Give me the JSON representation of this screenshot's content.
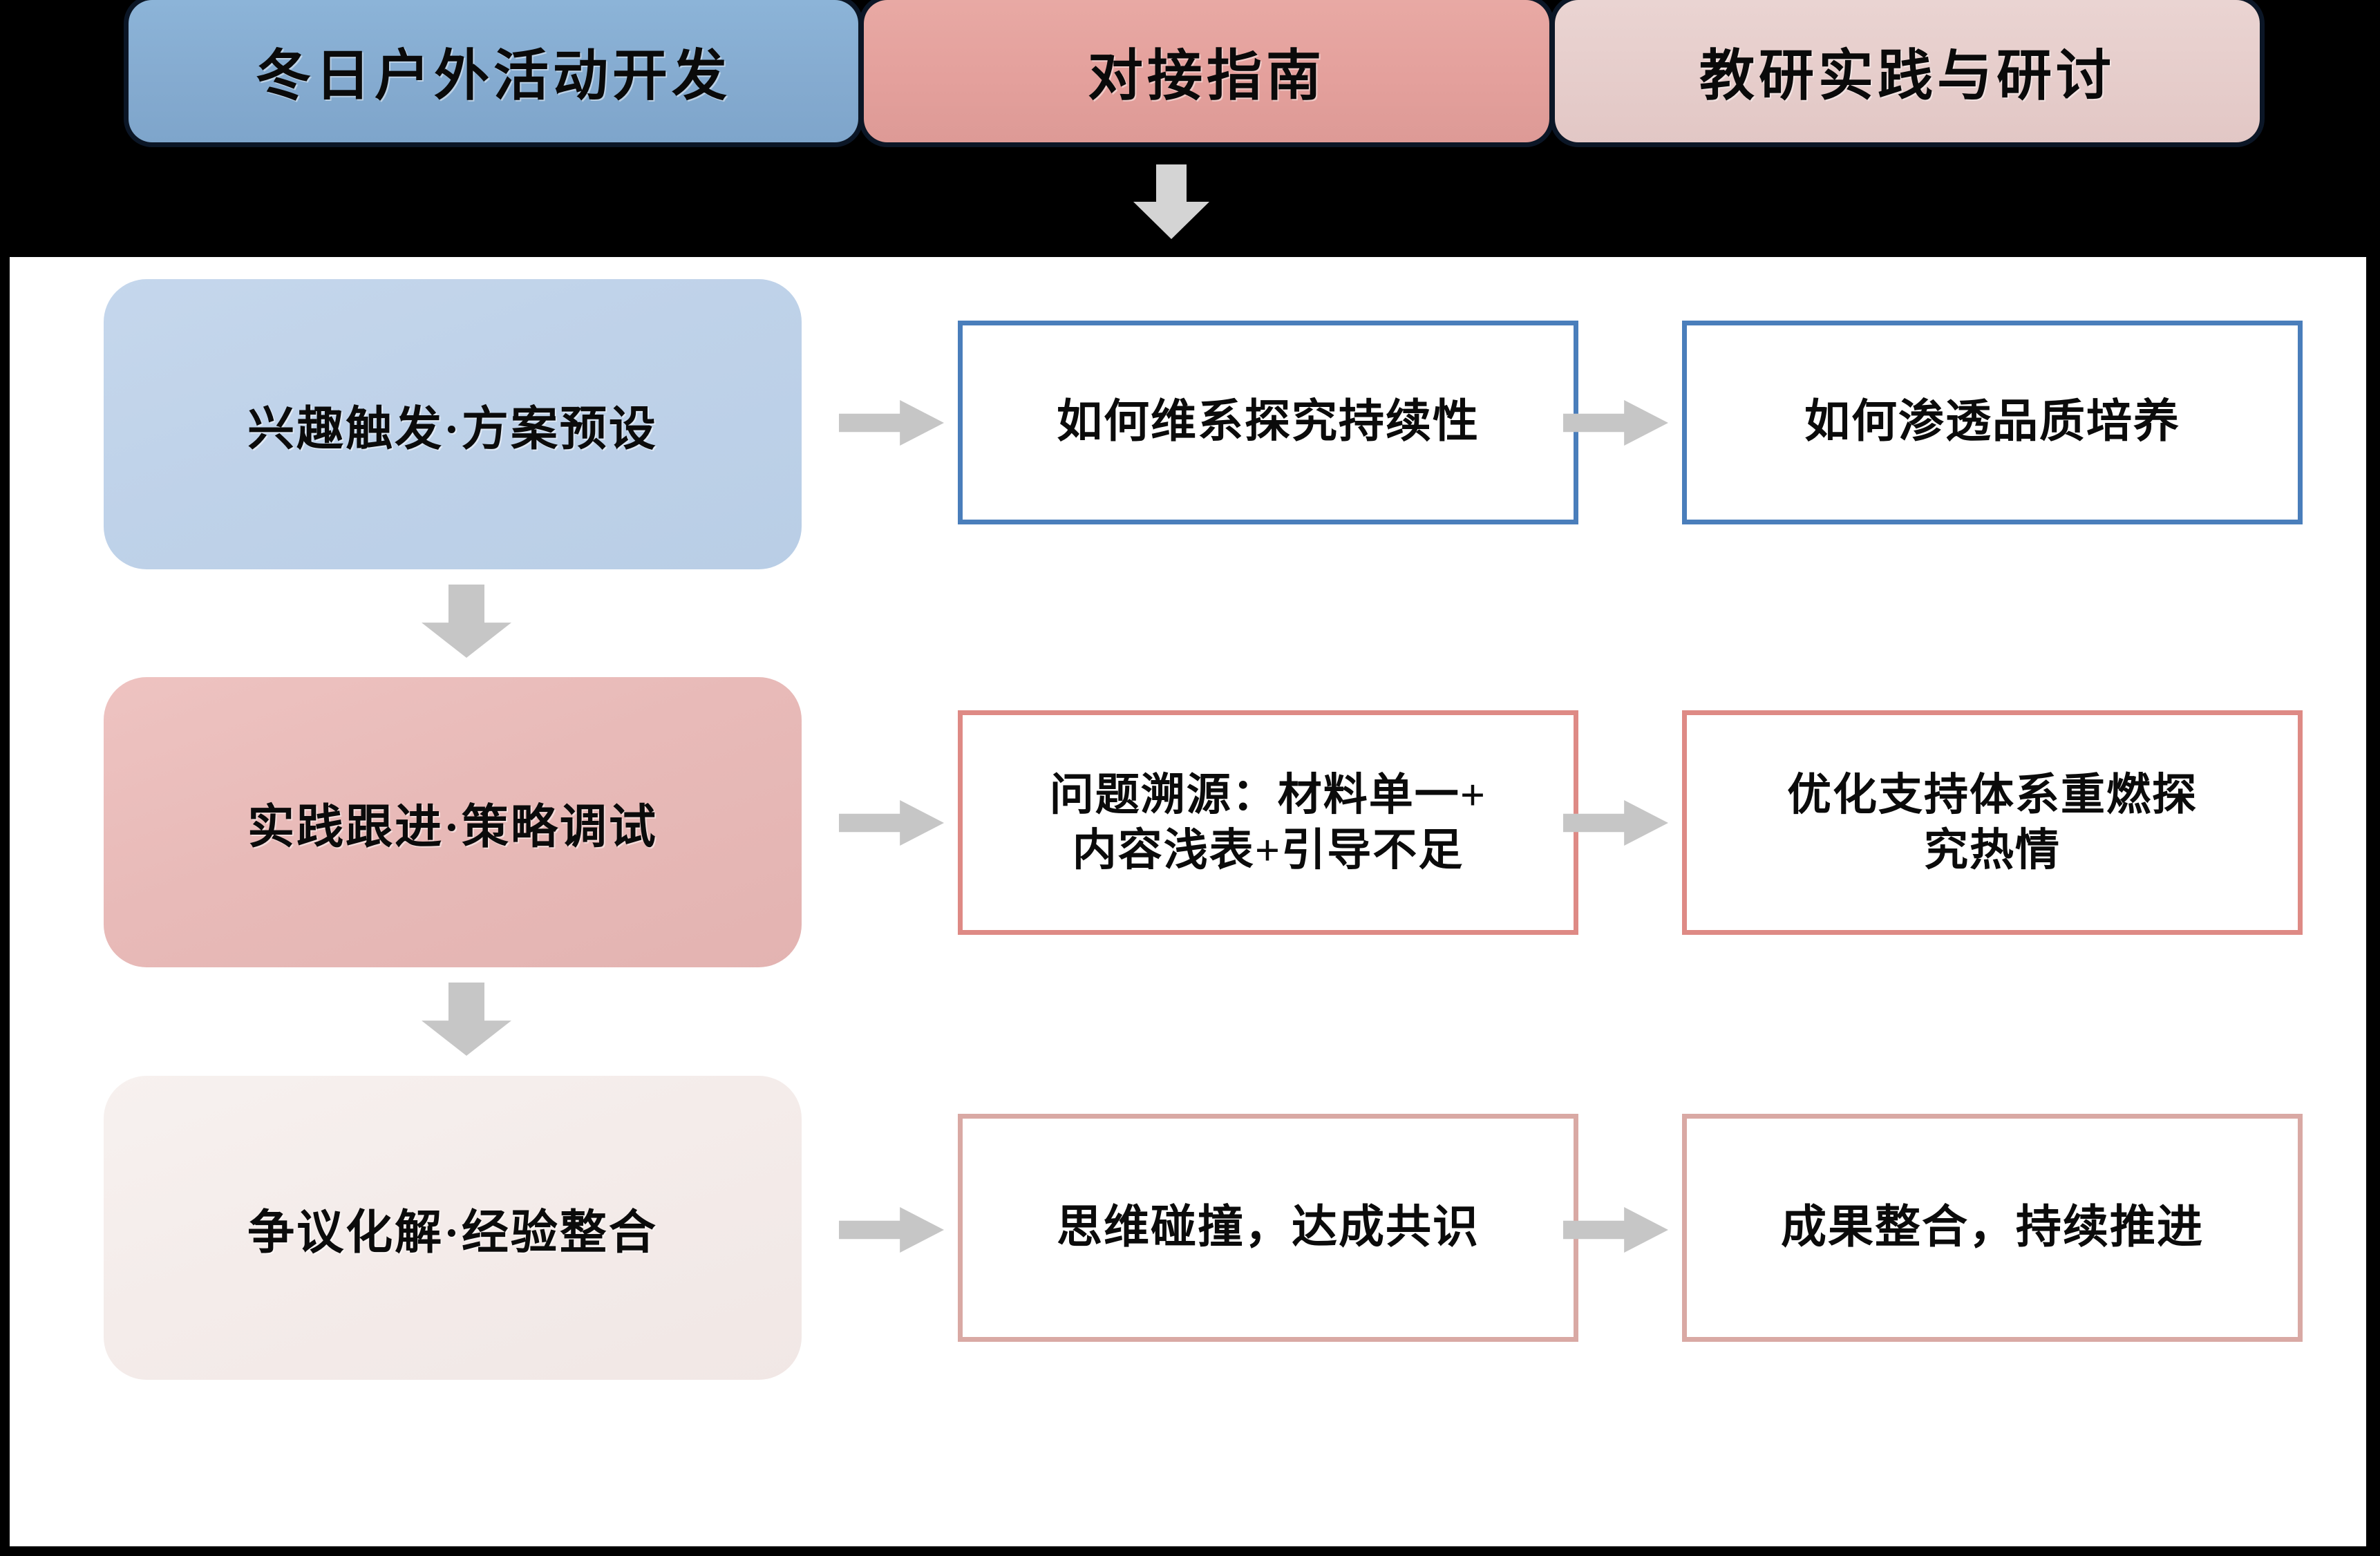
{
  "header": {
    "tabs": [
      {
        "label": "冬日户外活动开发",
        "color": "#85abd0"
      },
      {
        "label": "对接指南",
        "color": "#e4a09c"
      },
      {
        "label": "教研实践与研讨",
        "color": "#e6cdcb"
      }
    ],
    "flow_arrow": "arrow-down-icon"
  },
  "panel": {
    "rows": [
      {
        "stage": {
          "label": "兴趣触发·方案预设",
          "fill": "#bfd2e9"
        },
        "middle": {
          "text": "如何维系探究持续性",
          "border": "#4a7ebb"
        },
        "end": {
          "text": "如何渗透品质培养",
          "border": "#4a7ebb"
        }
      },
      {
        "stage": {
          "label": "实践跟进·策略调试",
          "fill": "#e8bab8"
        },
        "middle": {
          "line1": "问题溯源：材料单一+",
          "line2": "内容浅表+引导不足",
          "border": "#de8a85"
        },
        "end": {
          "line1": "优化支持体系重燃探",
          "line2": "究热情",
          "border": "#de8a85"
        }
      },
      {
        "stage": {
          "label": "争议化解·经验整合",
          "fill": "#f4ecea"
        },
        "middle": {
          "text": "思维碰撞，达成共识",
          "border": "#d9a9a4"
        },
        "end": {
          "text": "成果整合，持续推进",
          "border": "#d9a9a4"
        }
      }
    ],
    "arrows": {
      "right": "arrow-right-icon",
      "down": "arrow-down-icon"
    }
  }
}
